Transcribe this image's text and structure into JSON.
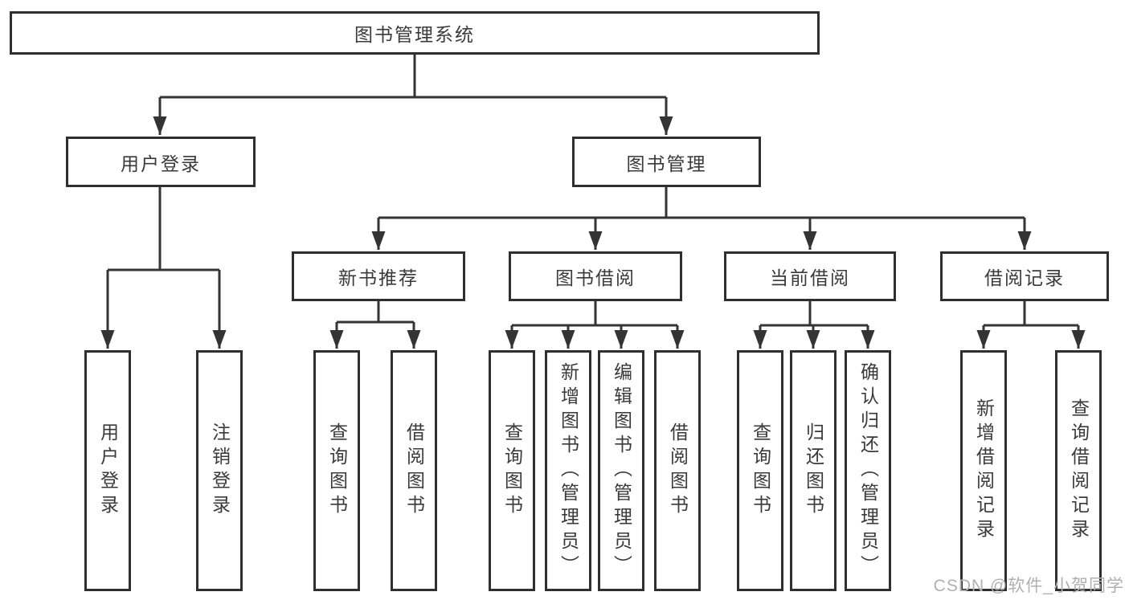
{
  "diagram": {
    "type": "tree",
    "title": "图书管理系统"
  },
  "nodes": {
    "root": "图书管理系统",
    "user_login": "用户登录",
    "book_management": "图书管理",
    "new_book_recommend": "新书推荐",
    "book_borrow": "图书借阅",
    "current_borrow": "当前借阅",
    "borrow_records": "借阅记录",
    "leaf_user_login": "用户登录",
    "leaf_logout": "注销登录",
    "nbr_query_books": "查询图书",
    "nbr_borrow_books": "借阅图书",
    "bb_query_books": "查询图书",
    "bb_add_books": "新增图书（管理员）",
    "bb_edit_books": "编辑图书（管理员）",
    "bb_borrow_books": "借阅图书",
    "cb_query_books": "查询图书",
    "cb_return_books": "归还图书",
    "cb_confirm_return": "确认归还（管理员）",
    "br_add_record": "新增借阅记录",
    "br_query_record": "查询借阅记录"
  },
  "edges": [
    {
      "from": "图书管理系统",
      "to": "用户登录"
    },
    {
      "from": "图书管理系统",
      "to": "图书管理"
    },
    {
      "from": "用户登录",
      "to": "用户登录"
    },
    {
      "from": "用户登录",
      "to": "注销登录"
    },
    {
      "from": "图书管理",
      "to": "新书推荐"
    },
    {
      "from": "图书管理",
      "to": "图书借阅"
    },
    {
      "from": "图书管理",
      "to": "当前借阅"
    },
    {
      "from": "图书管理",
      "to": "借阅记录"
    },
    {
      "from": "新书推荐",
      "to": "查询图书"
    },
    {
      "from": "新书推荐",
      "to": "借阅图书"
    },
    {
      "from": "图书借阅",
      "to": "查询图书"
    },
    {
      "from": "图书借阅",
      "to": "新增图书（管理员）"
    },
    {
      "from": "图书借阅",
      "to": "编辑图书（管理员）"
    },
    {
      "from": "图书借阅",
      "to": "借阅图书"
    },
    {
      "from": "当前借阅",
      "to": "查询图书"
    },
    {
      "from": "当前借阅",
      "to": "归还图书"
    },
    {
      "from": "当前借阅",
      "to": "确认归还（管理员）"
    },
    {
      "from": "借阅记录",
      "to": "新增借阅记录"
    },
    {
      "from": "借阅记录",
      "to": "查询借阅记录"
    }
  ],
  "colors": {
    "line": "#343434",
    "border": "#2f2f2f",
    "text": "#3a3a3a",
    "watermark": "#b0b0b0",
    "background": "#ffffff"
  },
  "watermark": "CSDN @软件_小贺同学"
}
